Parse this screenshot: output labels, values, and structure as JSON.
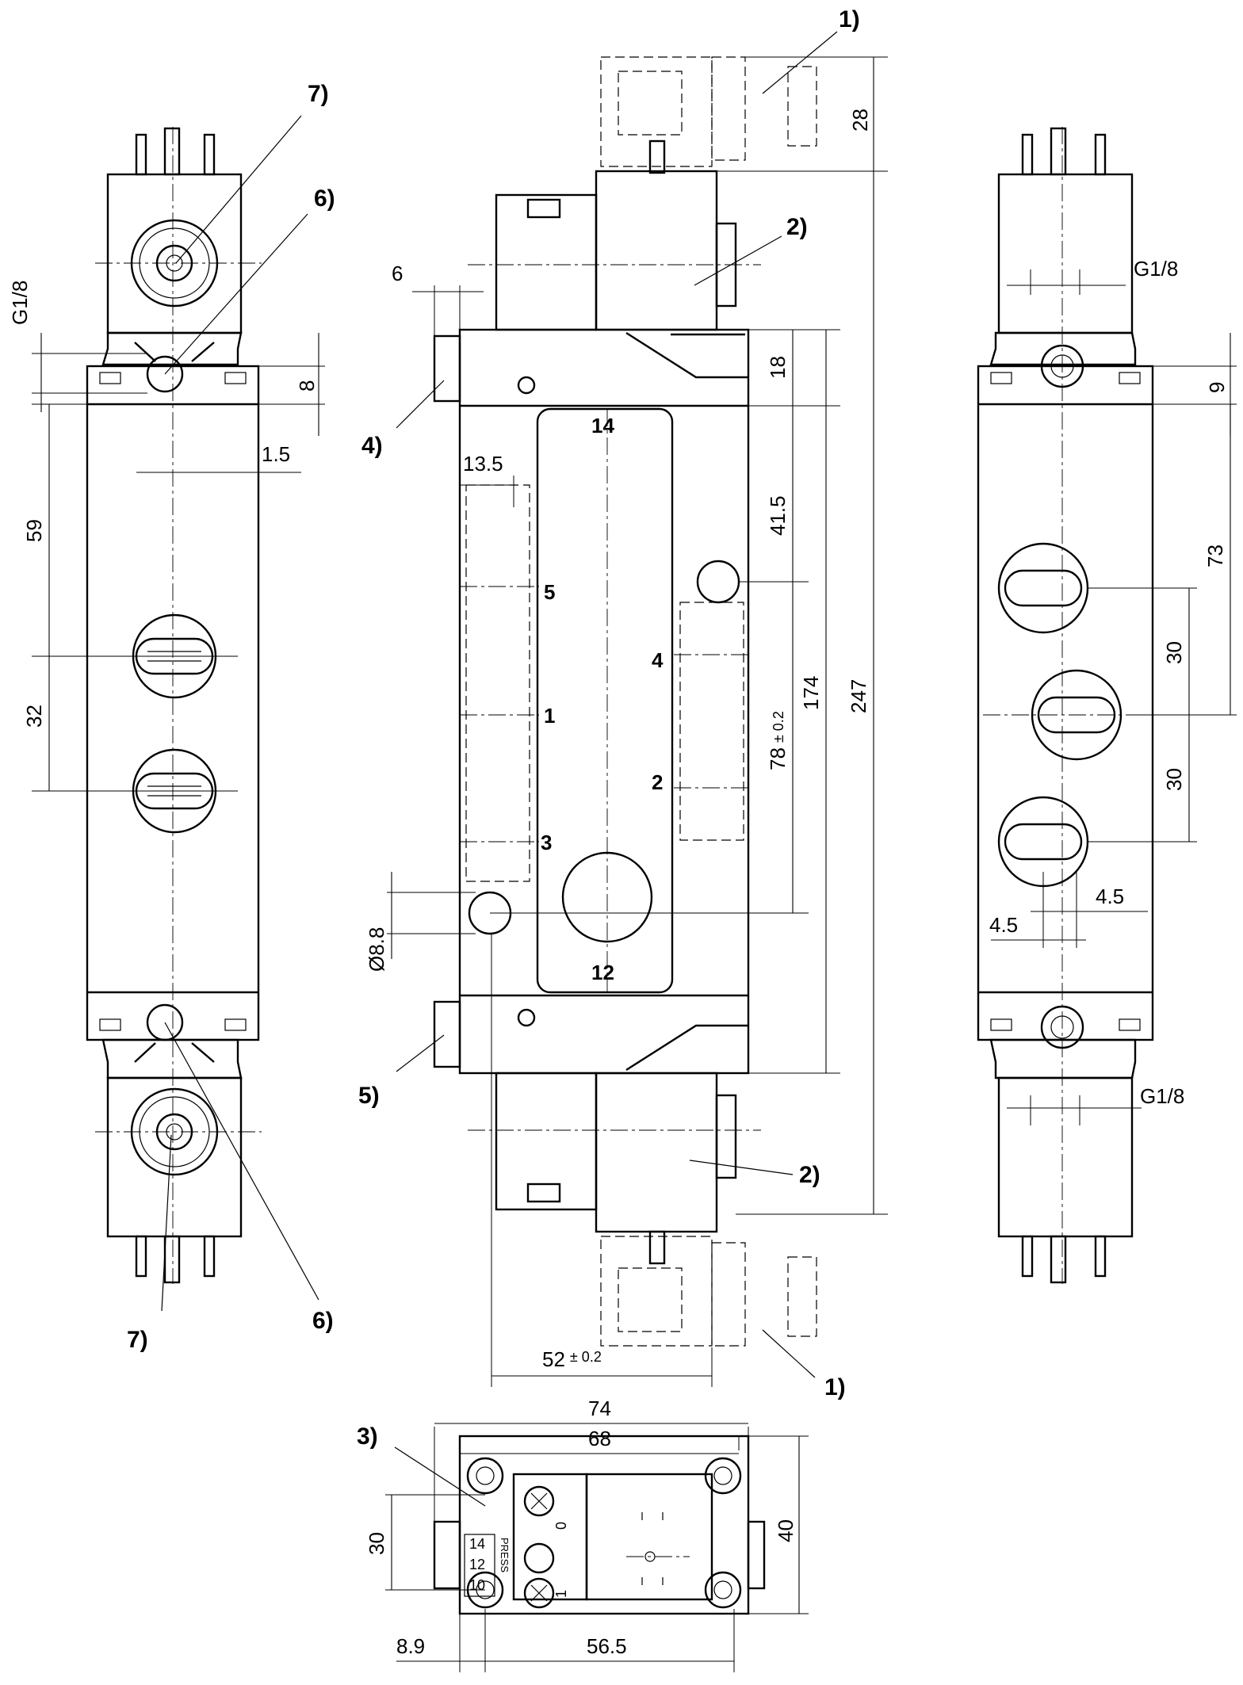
{
  "callouts": {
    "c1_top": "1)",
    "c1_bottom": "1)",
    "c2_top": "2)",
    "c2_bottom": "2)",
    "c3": "3)",
    "c4": "4)",
    "c5": "5)",
    "c6_top": "6)",
    "c6_bottom": "6)",
    "c7_top": "7)",
    "c7_bottom": "7)"
  },
  "left_view": {
    "thread": "G1/8",
    "d_8": "8",
    "d_1_5": "1.5",
    "d_59": "59",
    "d_32": "32"
  },
  "front_view": {
    "ports": {
      "p14": "14",
      "p12": "12",
      "p5": "5",
      "p4": "4",
      "p1": "1",
      "p2": "2",
      "p3": "3"
    },
    "d_6": "6",
    "d_13_5": "13.5",
    "d_28": "28",
    "d_18": "18",
    "d_41_5": "41.5",
    "d_78": "78",
    "d_78_tol": "± 0.2",
    "d_174": "174",
    "d_247": "247",
    "d_dia": "Ø8.8",
    "d_52": "52",
    "d_52_tol": "± 0.2"
  },
  "right_view": {
    "thread_top": "G1/8",
    "thread_bottom": "G1/8",
    "d_9": "9",
    "d_73": "73",
    "d_30a": "30",
    "d_30b": "30",
    "d_4_5a": "4.5",
    "d_4_5b": "4.5"
  },
  "bottom_view": {
    "d_74": "74",
    "d_68": "68",
    "d_30": "30",
    "d_40": "40",
    "d_8_9": "8.9",
    "d_56_5": "56.5",
    "lbl_14": "14",
    "lbl_12": "12",
    "lbl_10": "10",
    "lbl_press": "PRESS",
    "lbl_0": "0",
    "lbl_1": "1"
  }
}
